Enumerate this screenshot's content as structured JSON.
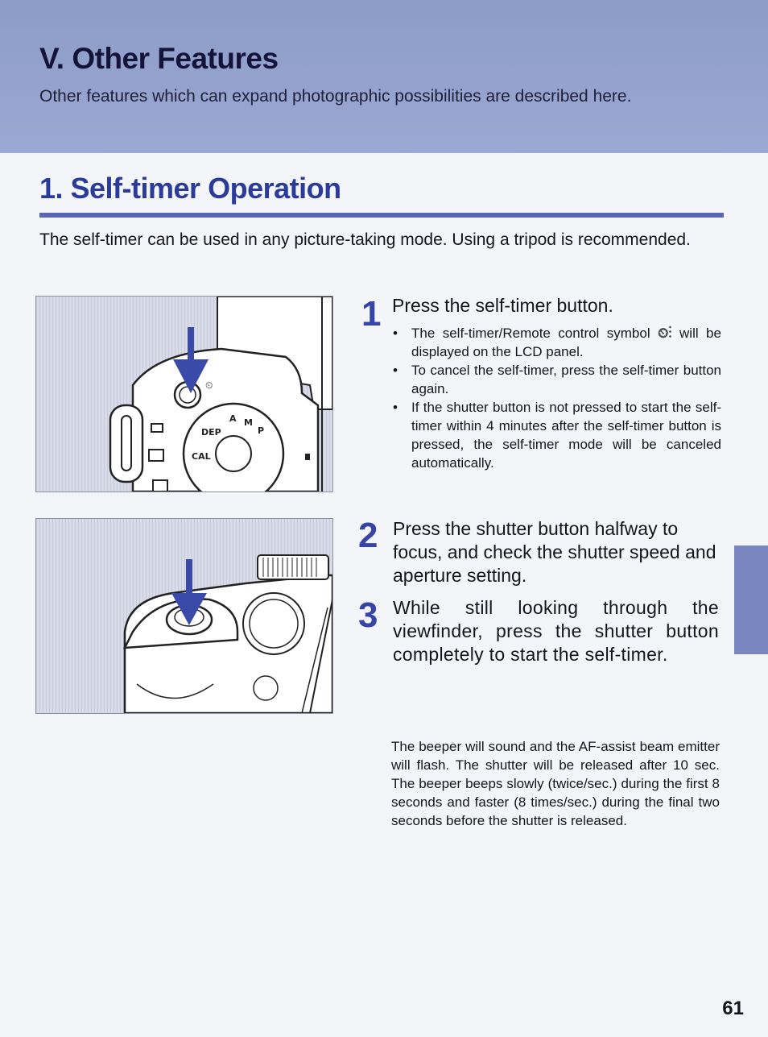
{
  "chapter": {
    "title": "V. Other Features",
    "description": "Other features which can expand photographic possibilities are described here."
  },
  "section": {
    "title": "1. Self-timer Operation",
    "intro": "The self-timer can be used in any picture-taking mode. Using a tripod is recommended."
  },
  "steps": [
    {
      "number": "1",
      "text": "Press the self-timer button.",
      "bullets": [
        "The self-timer/Remote control symbol",
        "will be displayed on the LCD panel.",
        "To cancel the self-timer, press the self-timer button again.",
        "If the shutter button is not pressed to start the self-timer within 4 minutes after the self-timer button is pressed, the self-timer mode will be canceled automatically."
      ],
      "symbol_icon": "self-timer-remote-icon"
    },
    {
      "number": "2",
      "text": "Press the shutter button halfway to focus, and check the shutter speed and aperture setting."
    },
    {
      "number": "3",
      "text": "While still looking through the viewfinder, press the shutter button completely to start the self-timer."
    }
  ],
  "note": "The beeper will sound and the AF-assist beam emitter will flash. The shutter will be released after 10 sec. The beeper beeps slowly (twice/sec.) during the first 8 seconds and faster (8 times/sec.) during the final two seconds before the shutter is released.",
  "illustration_1": {
    "dial_labels": [
      "CAL",
      "DEP",
      "A",
      "M",
      "P"
    ]
  },
  "page_number": "61",
  "colors": {
    "header_band": "#9aa8d2",
    "accent_blue": "#2a3b9a",
    "arrow_blue": "#3a4aa8",
    "side_tab": "#7a86c0"
  }
}
